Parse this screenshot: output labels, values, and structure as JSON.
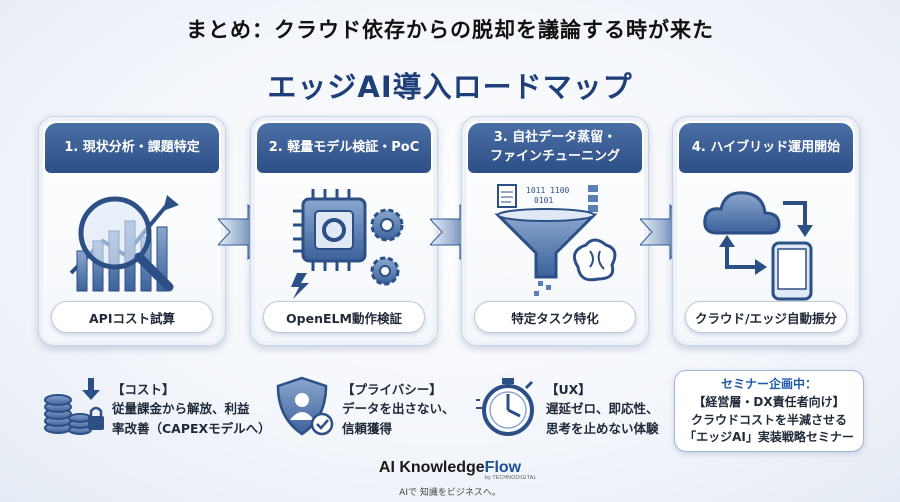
{
  "header": {
    "title": "まとめ：クラウド依存からの脱却を議論する時が来た"
  },
  "roadmap": {
    "title": "エッジAI導入ロードマップ"
  },
  "steps": [
    {
      "title": "1. 現状分析・課題特定",
      "pill": "APIコスト試算",
      "icon": "magnifier-chart-icon"
    },
    {
      "title": "2. 軽量モデル検証・PoC",
      "pill": "OpenELM動作検証",
      "icon": "chip-gears-icon"
    },
    {
      "title": "3. 自社データ蒸留・\nファインチューニング",
      "pill": "特定タスク特化",
      "icon": "funnel-brain-icon"
    },
    {
      "title": "4. ハイブリッド運用開始",
      "pill": "クラウド/エッジ自動振分",
      "icon": "cloud-phone-sync-icon"
    }
  ],
  "benefits": [
    {
      "title": "【コスト】",
      "lines": [
        "従量課金から解放、利益",
        "率改善（CAPEXモデルへ）"
      ],
      "icon": "coins-lock-icon"
    },
    {
      "title": "【プライバシー】",
      "lines": [
        "データを出さない、",
        "信頼獲得"
      ],
      "icon": "shield-user-icon"
    },
    {
      "title": "【UX】",
      "lines": [
        "遅延ゼロ、即応性、",
        "思考を止めない体験"
      ],
      "icon": "stopwatch-icon"
    }
  ],
  "seminar": {
    "line1": "セミナー企画中：",
    "line2": "【経営層・DX責任者向け】",
    "line3": "クラウドコストを半減させる",
    "line4": "「エッジAI」実装戦略セミナー"
  },
  "brand": {
    "name_a": "AI Knowledge",
    "name_b": "Flow",
    "by": "by TECHNODIGITAL",
    "tagline": "AIで 知識をビジネスへ。"
  },
  "colors": {
    "header_blue": "#2c4f86",
    "title_blue": "#1e3f7a",
    "accent_blue": "#1e5aa8"
  }
}
